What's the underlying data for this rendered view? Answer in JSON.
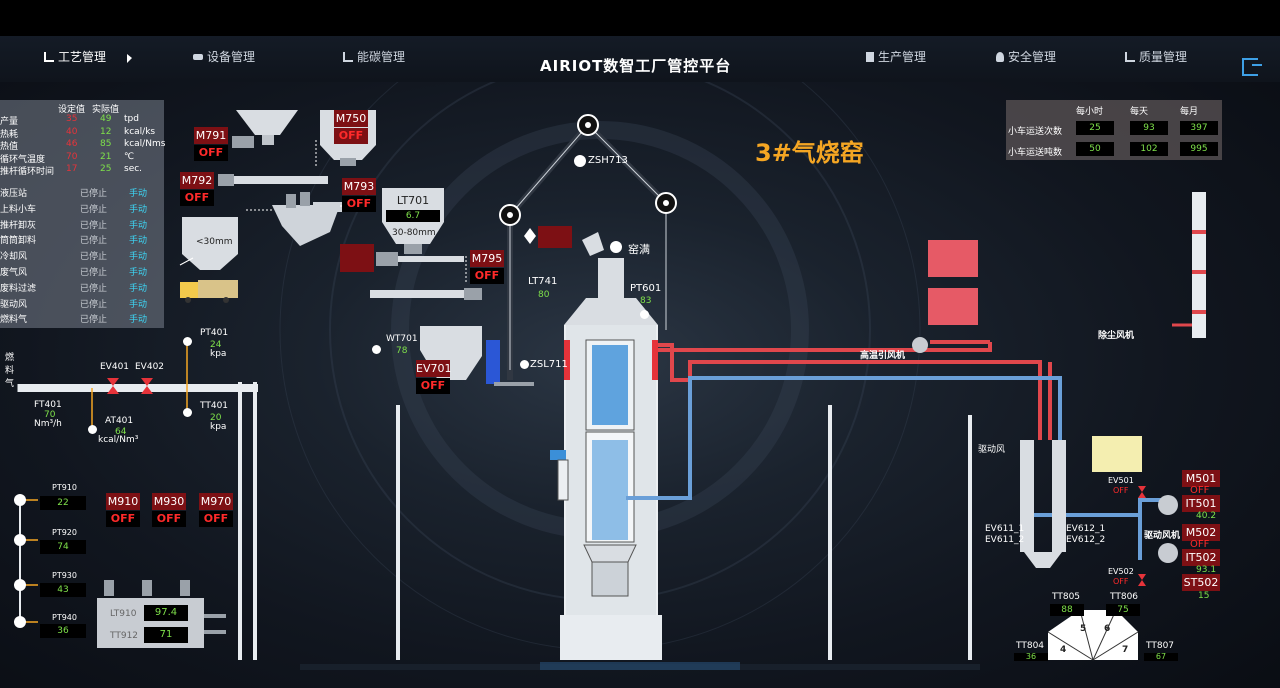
{
  "header": {
    "title": "AIRIOT数智工厂管控平台",
    "nav_left": [
      "工艺管理",
      "设备管理",
      "能碳管理"
    ],
    "nav_right": [
      "生产管理",
      "安全管理",
      "质量管理"
    ]
  },
  "kiln_title": "3#气烧窑",
  "param_table": {
    "col_set": "设定值",
    "col_actual": "实际值",
    "rows": [
      {
        "name": "产量",
        "set": "35",
        "actual": "49",
        "unit": "tpd"
      },
      {
        "name": "热耗",
        "set": "40",
        "actual": "12",
        "unit": "kcal/ks"
      },
      {
        "name": "热值",
        "set": "46",
        "actual": "85",
        "unit": "kcal/Nms"
      },
      {
        "name": "循环气温度",
        "set": "70",
        "actual": "21",
        "unit": "℃"
      },
      {
        "name": "推杆循环时间",
        "set": "17",
        "actual": "25",
        "unit": "sec."
      }
    ],
    "status_rows": [
      {
        "name": "液压站",
        "status": "已停止",
        "mode": "手动"
      },
      {
        "name": "上料小车",
        "status": "已停止",
        "mode": "手动"
      },
      {
        "name": "推杆卸灰",
        "status": "已停止",
        "mode": "手动"
      },
      {
        "name": "筒筒卸料",
        "status": "已停止",
        "mode": "手动"
      },
      {
        "name": "冷却风",
        "status": "已停止",
        "mode": "手动"
      },
      {
        "name": "废气风",
        "status": "已停止",
        "mode": "手动"
      },
      {
        "name": "废料过滤",
        "status": "已停止",
        "mode": "手动"
      },
      {
        "name": "驱动风",
        "status": "已停止",
        "mode": "手动"
      },
      {
        "name": "燃料气",
        "status": "已停止",
        "mode": "手动"
      }
    ]
  },
  "stats_table": {
    "cols": [
      "每小时",
      "每天",
      "每月"
    ],
    "rows": [
      {
        "name": "小车运送次数",
        "values": [
          "25",
          "93",
          "397"
        ]
      },
      {
        "name": "小车运送吨数",
        "values": [
          "50",
          "102",
          "995"
        ]
      }
    ]
  },
  "motors": {
    "M791": {
      "name": "M791",
      "state": "OFF"
    },
    "M750": {
      "name": "M750",
      "state": "OFF"
    },
    "M792": {
      "name": "M792",
      "state": "OFF"
    },
    "M793": {
      "name": "M793",
      "state": "OFF"
    },
    "M795": {
      "name": "M795",
      "state": "OFF"
    },
    "EV701": {
      "name": "EV701",
      "state": "OFF"
    },
    "M910": {
      "name": "M910",
      "state": "OFF"
    },
    "M930": {
      "name": "M930",
      "state": "OFF"
    },
    "M970": {
      "name": "M970",
      "state": "OFF"
    }
  },
  "hopper_labels": {
    "lt701": "LT701",
    "lt701_val": "6.7",
    "size_large": "30-80mm",
    "size_small": "<30mm"
  },
  "sensors": {
    "zsh713": "ZSH713",
    "kiln_full": "窑满",
    "lt741": "LT741",
    "lt741_val": "80",
    "pt601": "PT601",
    "pt601_val": "83",
    "wt701": "WT701",
    "wt701_val": "78",
    "zsl711": "ZSL711",
    "pt401": "PT401",
    "pt401_val": "24",
    "pt401_unit": "kpa",
    "ev401": "EV401",
    "ev402": "EV402",
    "ft401": "FT401",
    "ft401_val": "70",
    "ft401_unit": "Nm³/h",
    "at401": "AT401",
    "at401_val": "64",
    "at401_unit": "kcal/Nm³",
    "tt401": "TT401",
    "tt401_val": "20",
    "tt401_unit": "kpa",
    "fuel_gas": "燃料气",
    "pt910": "PT910",
    "pt910_val": "22",
    "pt920": "PT920",
    "pt920_val": "74",
    "pt930": "PT930",
    "pt930_val": "43",
    "pt940": "PT940",
    "pt940_val": "36",
    "lt910": "LT910",
    "lt910_val": "97.4",
    "tt912": "TT912",
    "tt912_val": "71"
  },
  "right_side": {
    "dust_fan": "除尘风机",
    "hot_fan": "高温引风机",
    "drive_wind": "驱动风",
    "drive_fan": "驱动风机",
    "ev501": "EV501",
    "ev501_state": "OFF",
    "ev502": "EV502",
    "ev502_state": "OFF",
    "ev611_1": "EV611_1",
    "ev611_2": "EV611_2",
    "ev612_1": "EV612_1",
    "ev612_2": "EV612_2",
    "m501": "M501",
    "m501_state": "OFF",
    "it501": "IT501",
    "it501_val": "40.2",
    "m502": "M502",
    "m502_state": "OFF",
    "it502": "IT502",
    "it502_val": "93.1",
    "st502": "ST502",
    "st502_val": "15",
    "tt805": "TT805",
    "tt805_val": "88",
    "tt806": "TT806",
    "tt806_val": "75",
    "tt804": "TT804",
    "tt804_val": "36",
    "tt807": "TT807",
    "tt807_val": "67",
    "gauge": [
      "4",
      "5",
      "6",
      "7"
    ]
  },
  "colors": {
    "accent_orange": "#f5a623",
    "motor_red": "#7d1014",
    "value_green": "#7ee04a",
    "pipe_red": "#e0474c",
    "pipe_blue": "#6a9fd8"
  }
}
